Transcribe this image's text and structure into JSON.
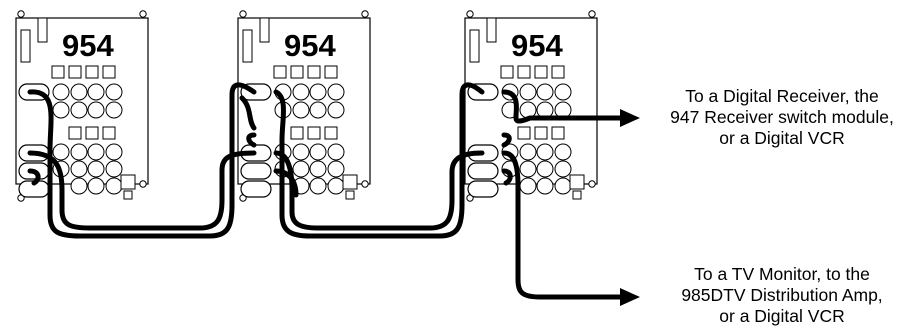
{
  "modules": [
    {
      "label": "954"
    },
    {
      "label": "954"
    },
    {
      "label": "954"
    }
  ],
  "destinations": [
    {
      "lines": [
        "To a Digital Receiver, the",
        "947 Receiver switch module,",
        "or a Digital VCR"
      ]
    },
    {
      "lines": [
        "To a TV Monitor, to the",
        "985DTV Distribution Amp,",
        "or a Digital VCR"
      ]
    }
  ]
}
